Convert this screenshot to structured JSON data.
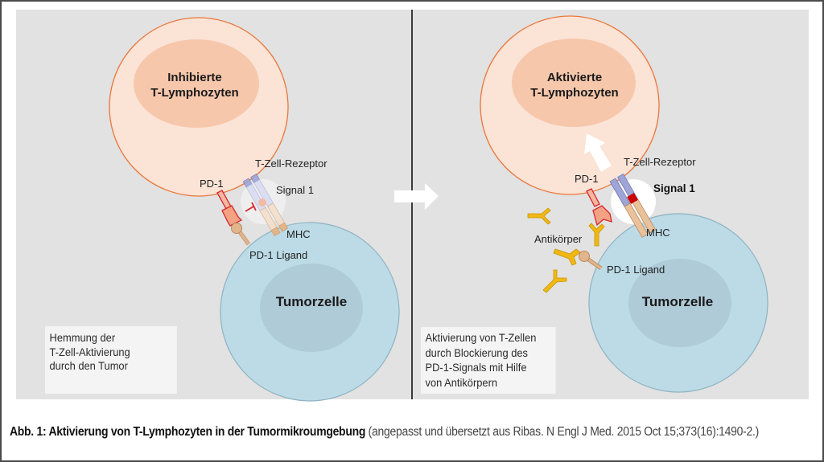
{
  "figure": {
    "left_panel": {
      "t_cell_label": [
        "Inhibierte",
        "T-Lymphozyten"
      ],
      "tumor_label": "Tumorzelle",
      "labels": {
        "tcr": "T-Zell-Rezeptor",
        "pd1": "PD-1",
        "signal": "Signal 1",
        "mhc": "MHC",
        "pd1_ligand": "PD-1 Ligand"
      },
      "note_lines": [
        "Hemmung der",
        "T-Zell-Aktivierung",
        "durch den Tumor"
      ]
    },
    "right_panel": {
      "t_cell_label": [
        "Aktivierte",
        "T-Lymphozyten"
      ],
      "tumor_label": "Tumorzelle",
      "labels": {
        "tcr": "T-Zell-Rezeptor",
        "pd1": "PD-1",
        "signal": "Signal 1",
        "mhc": "MHC",
        "pd1_ligand": "PD-1 Ligand",
        "antibody": "Antikörper"
      },
      "note_lines": [
        "Aktivierung von T-Zellen",
        "durch Blockierung des",
        "PD-1-Signals mit Hilfe",
        "von Antikörpern"
      ]
    },
    "colors": {
      "panel_bg": "#e1e2e1",
      "t_cell_fill": "#fbe3d6",
      "t_cell_stroke": "#e9773b",
      "t_nucleus": "#f6c7ab",
      "tumor_fill": "#bcdbe6",
      "tumor_stroke": "#8fb2c2",
      "tumor_nucleus": "#aecbd7",
      "pd1": "#d7262b",
      "antibody": "#f1b715",
      "ligand": "#d9a46e",
      "tcr_top": "#9fa5d6",
      "tcr_bottom": "#e9c29c",
      "signal_red": "#cc0000"
    }
  },
  "caption": {
    "bold": "Abb. 1: Aktivierung von T-Lymphozyten in der Tumormikroumgebung",
    "normal": " (angepasst und übersetzt aus Ribas. N Engl J Med. 2015 Oct 15;373(16):1490-2.)"
  }
}
